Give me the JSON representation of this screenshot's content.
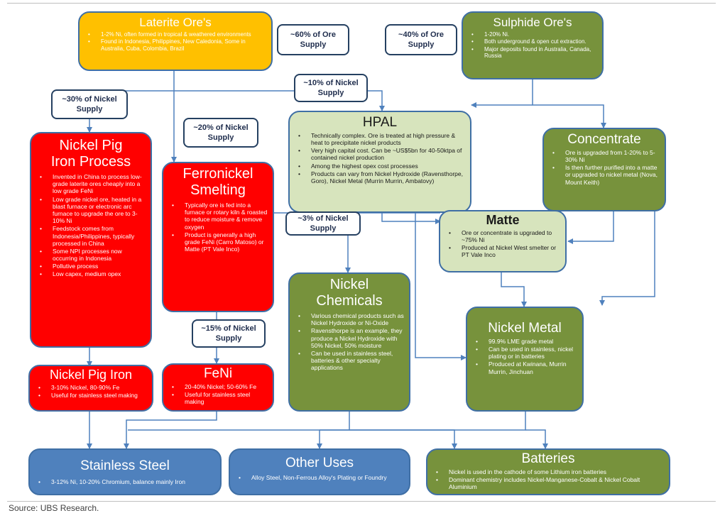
{
  "nodes": {
    "laterite": {
      "title": "Laterite Ore's",
      "bullets": [
        "1-2% Ni, often formed in tropical & weathered environments",
        "Found in Indonesia, Philippines, New Caledonia, Some in Australia, Cuba, Colombia, Brazil"
      ]
    },
    "sulphide": {
      "title": "Sulphide Ore's",
      "bullets": [
        "1-20% Ni.",
        "Both underground & open cut extraction.",
        "Major deposits found in Australia, Canada, Russia"
      ]
    },
    "npi_process": {
      "title_line1": "Nickel Pig",
      "title_line2": "Iron Process",
      "bullets": [
        "Invented in China to process low-grade laterite ores cheaply into a low grade FeNi",
        "Low grade nickel ore, heated in a blast furnace or electronic arc furnace to upgrade the ore to 3-10% Ni",
        "Feedstock comes from Indonesia/Philippines, typically processed in China",
        "Some NPI processes now occurring in Indonesia",
        "Pollutive process",
        "Low capex, medium opex"
      ]
    },
    "ferronickel": {
      "title_line1": "Ferronickel",
      "title_line2": "Smelting",
      "bullets": [
        "Typically ore is fed into a furnace or rotary kiln & roasted to reduce moisture & remove oxygen",
        "Product is generally a high grade FeNi (Carro Matoso) or Matte (PT Vale Inco)"
      ]
    },
    "hpal": {
      "title": "HPAL",
      "bullets": [
        "Technically complex. Ore is treated at high pressure & heat to precipitate nickel products",
        "Very high capital cost. Can be ~US$5bn for 40-50ktpa of contained nickel production",
        "Among the highest opex cost processes",
        "Products can vary from Nickel Hydroxide (Ravensthorpe, Goro), Nickel Metal (Murrin Murrin, Ambatovy)"
      ]
    },
    "concentrate": {
      "title": "Concentrate",
      "bullets": [
        "Ore is upgraded from 1-20% to 5-30% Ni",
        "Is then further purified into a matte or upgraded to nickel metal (Nova, Mount Keith)"
      ]
    },
    "matte": {
      "title": "Matte",
      "bullets": [
        "Ore or concentrate is upgraded to ~75% Ni",
        "Produced at Nickel West smelter or PT Vale Inco"
      ]
    },
    "chemicals": {
      "title_line1": "Nickel",
      "title_line2": "Chemicals",
      "bullets": [
        "Various chemical products such as Nickel Hydroxide or Ni-Oxide",
        "Ravensthorpe is an example, they produce a Nickel Hydroxide with 50% Nickel, 50% moisture",
        "Can be used in stainless steel, batteries & other specialty applications"
      ]
    },
    "nickel_metal": {
      "title": "Nickel Metal",
      "bullets": [
        "99.9% LME grade metal",
        "Can be used in stainless, nickel plating or in batteries",
        "Produced at Kwinana, Murrin Murrin, Jinchuan"
      ]
    },
    "npi": {
      "title": "Nickel Pig Iron",
      "bullets": [
        "3-10% Nickel, 80-90% Fe",
        "Useful for stainless steel making"
      ]
    },
    "feni": {
      "title": "FeNi",
      "bullets": [
        "20-40% Nickel; 50-60% Fe",
        "Useful for stainless steel making"
      ]
    },
    "stainless": {
      "title": "Stainless Steel",
      "bullets": [
        "3-12% Ni, 10-20% Chromium, balance mainly Iron"
      ]
    },
    "other": {
      "title": "Other Uses",
      "bullets": [
        "Alloy Steel, Non-Ferrous Alloy's Plating or Foundry"
      ]
    },
    "batteries": {
      "title": "Batteries",
      "bullets": [
        "Nickel is used in the cathode of some Lithium iron batteries",
        "Dominant chemistry includes Nickel-Manganese-Cobalt & Nickel Cobalt Aluminium"
      ]
    }
  },
  "tags": {
    "ore60": {
      "line1": "~60% of Ore",
      "line2": "Supply"
    },
    "ore40": {
      "line1": "~40% of Ore",
      "line2": "Supply"
    },
    "ni10": {
      "line1": "~10% of Nickel",
      "line2": "Supply"
    },
    "ni30": {
      "line1": "~30% of Nickel",
      "line2": "Supply"
    },
    "ni20": {
      "line1": "~20% of Nickel",
      "line2": "Supply"
    },
    "ni3": {
      "line1": "~3% of Nickel",
      "line2": "Supply"
    },
    "ni15": {
      "line1": "~15% of Nickel",
      "line2": "Supply"
    }
  },
  "source": "Source:  UBS Research.",
  "colors": {
    "connector": "#4f81bd",
    "red": "#ff0000",
    "green": "#77923c",
    "light_green": "#d7e4bd",
    "orange": "#ffc000",
    "blue": "#4f81bd"
  }
}
